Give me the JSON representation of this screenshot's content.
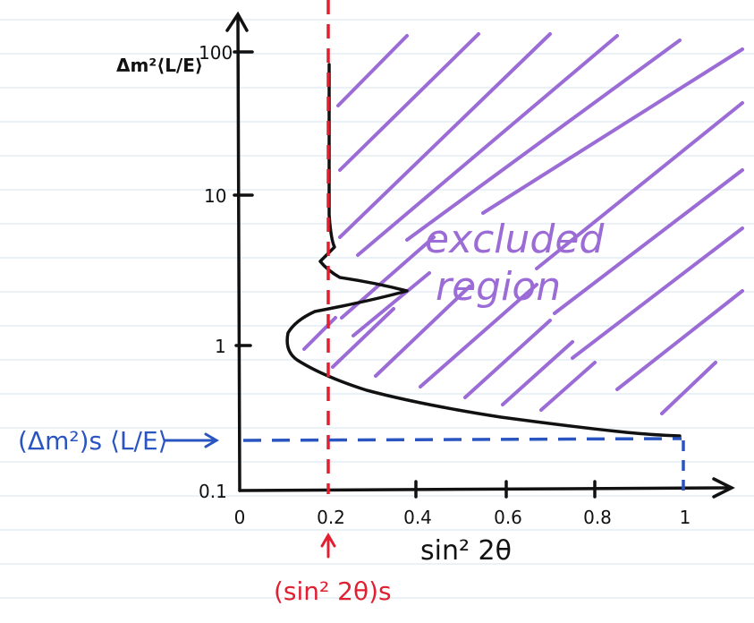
{
  "y_axis_label": "Δm²⟨L/E⟩",
  "x_axis_label": "sin² 2θ",
  "region_label_line1": "excluded",
  "region_label_line2": "region",
  "red_marker_label": "(sin² 2θ)s",
  "blue_marker_label": "(Δm²)s ⟨L/E⟩",
  "x_ticks": [
    {
      "label": "0",
      "value": 0.0
    },
    {
      "label": "0.2",
      "value": 0.2
    },
    {
      "label": "0.4",
      "value": 0.4
    },
    {
      "label": "0.6",
      "value": 0.6
    },
    {
      "label": "0.8",
      "value": 0.8
    },
    {
      "label": "1",
      "value": 1.0
    }
  ],
  "y_ticks": [
    {
      "label": "0.1",
      "value": 0.1
    },
    {
      "label": "1",
      "value": 1
    },
    {
      "label": "10",
      "value": 10
    },
    {
      "label": "100",
      "value": 100
    }
  ],
  "colors": {
    "curve": "#111111",
    "axes": "#111111",
    "hatch": "#9b6bd6",
    "red_marker": "#e02030",
    "blue_marker": "#2a55c0",
    "notebook_lines": "#d6e6f2"
  }
}
